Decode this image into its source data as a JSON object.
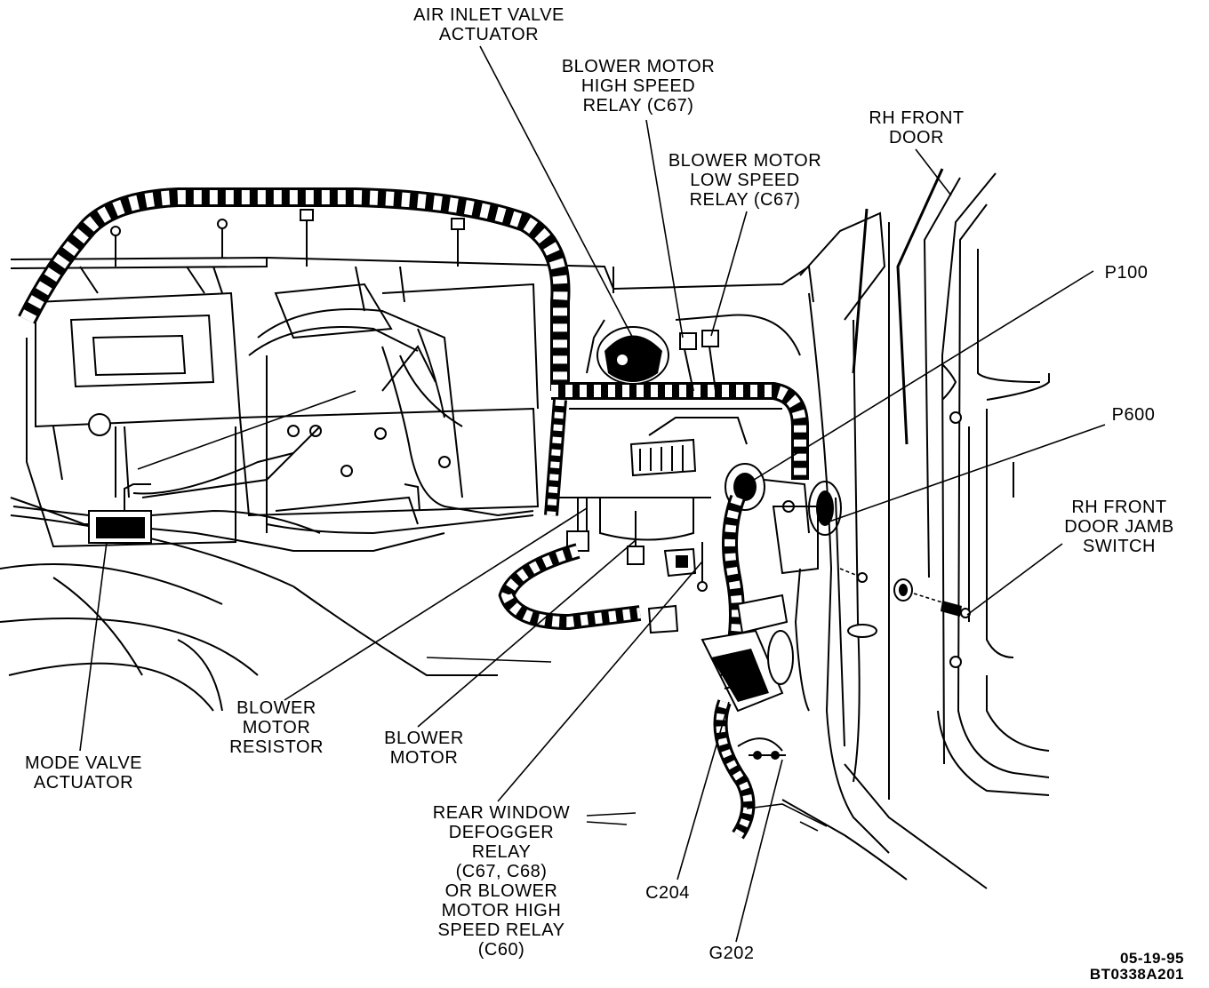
{
  "labels": {
    "air_inlet": [
      "AIR INLET VALVE",
      "ACTUATOR"
    ],
    "high_relay": [
      "BLOWER MOTOR",
      "HIGH SPEED",
      "RELAY (C67)"
    ],
    "low_relay": [
      "BLOWER MOTOR",
      "LOW SPEED",
      "RELAY (C67)"
    ],
    "rh_front_door": [
      "RH FRONT",
      "DOOR"
    ],
    "p100": [
      "P100"
    ],
    "p600": [
      "P600"
    ],
    "jamb_switch": [
      "RH FRONT",
      "DOOR JAMB",
      "SWITCH"
    ],
    "resistor": [
      "BLOWER",
      "MOTOR",
      "RESISTOR"
    ],
    "blower_motor": [
      "BLOWER",
      "MOTOR"
    ],
    "mode_valve": [
      "MODE VALVE",
      "ACTUATOR"
    ],
    "defogger": [
      "REAR WINDOW",
      "DEFOGGER",
      "RELAY",
      "(C67, C68)",
      "OR BLOWER",
      "MOTOR HIGH",
      "SPEED RELAY",
      "(C60)"
    ],
    "c204": [
      "C204"
    ],
    "g202": [
      "G202"
    ]
  },
  "footer": {
    "date": "05-19-95",
    "code": "BT0338A201"
  }
}
